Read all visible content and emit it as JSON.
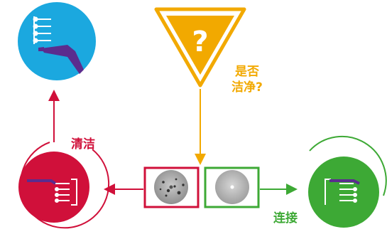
{
  "question_mark": "?",
  "question_label_line1": "是否",
  "question_label_line2": "洁净?",
  "clean_label": "清洁",
  "connect_label": "连接",
  "colors": {
    "clean": "#D0103A",
    "connect": "#3DA935",
    "question": "#F2A900",
    "tool": "#1BA8DF",
    "probe": "#5B2C8E"
  },
  "icons": [
    "cleaning-tool-icon",
    "dirty-connector-icon",
    "clean-connector-icon",
    "connector-bundle-icon"
  ]
}
